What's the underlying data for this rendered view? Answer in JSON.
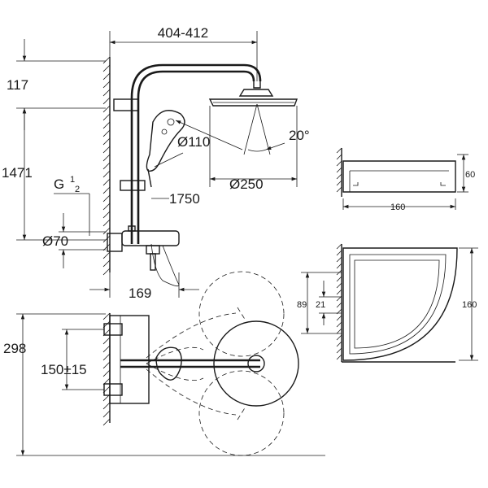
{
  "dimensions": {
    "top_width": "404-412",
    "top_height": "117",
    "total_height": "1471",
    "thread": "G",
    "thread_num": "1",
    "thread_den": "2",
    "diam_70": "Ø70",
    "hand_shower_diam": "Ø110",
    "head_diam": "Ø250",
    "angle": "20°",
    "hose_length": "1750",
    "wall_offset": "169",
    "plan_depth": "298",
    "inlet_spacing": "150±15"
  },
  "shelf_front": {
    "width": "160",
    "height": "60"
  },
  "shelf_top": {
    "depth": "160",
    "dim_89": "89",
    "dim_21": "21"
  },
  "icons": [
    "wall-hatch",
    "shower-head",
    "hand-shower",
    "thermostat-mixer",
    "corner-shelf"
  ],
  "colors": {
    "line": "#1a1a1a",
    "background": "#ffffff"
  }
}
